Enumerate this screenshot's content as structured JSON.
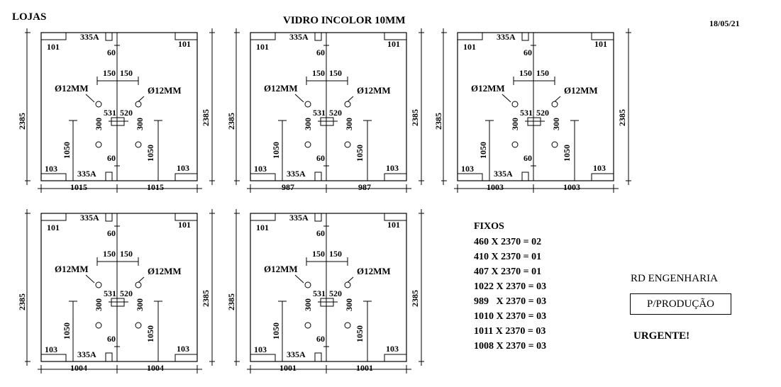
{
  "header": {
    "section_title": "LOJAS",
    "glass_spec": "VIDRO INCOLOR 10MM",
    "date": "18/05/21"
  },
  "panel_labels": {
    "corner_top": "101",
    "corner_bottom": "103",
    "hinge": "335A",
    "hinge_offset": "60",
    "hole_spacing_left": "150",
    "hole_spacing_right": "150",
    "hole_diameter": "Ø12MM",
    "handle_left": "531",
    "handle_right": "520",
    "handle_vertical": "300",
    "handle_height": "1050"
  },
  "panels": [
    {
      "height": "2385",
      "width_left": "1015",
      "width_right": "1015"
    },
    {
      "height": "2385",
      "width_left": "987",
      "width_right": "987"
    },
    {
      "height": "2385",
      "width_left": "1003",
      "width_right": "1003"
    },
    {
      "height": "2385",
      "width_left": "1004",
      "width_right": "1004"
    },
    {
      "height": "2385",
      "width_left": "1001",
      "width_right": "1001"
    }
  ],
  "fixos": {
    "title": "FIXOS",
    "items": [
      "460 X 2370 = 02",
      "410 X 2370 = 01",
      "407 X 2370 = 01",
      "1022 X 2370 = 03",
      "989   X 2370 = 03",
      "1010 X 2370 = 03",
      "1011 X 2370 = 03",
      "1008 X 2370 = 03"
    ]
  },
  "company": "RD ENGENHARIA",
  "production_stamp": "P/PRODUÇÃO",
  "urgency": "URGENTE!"
}
